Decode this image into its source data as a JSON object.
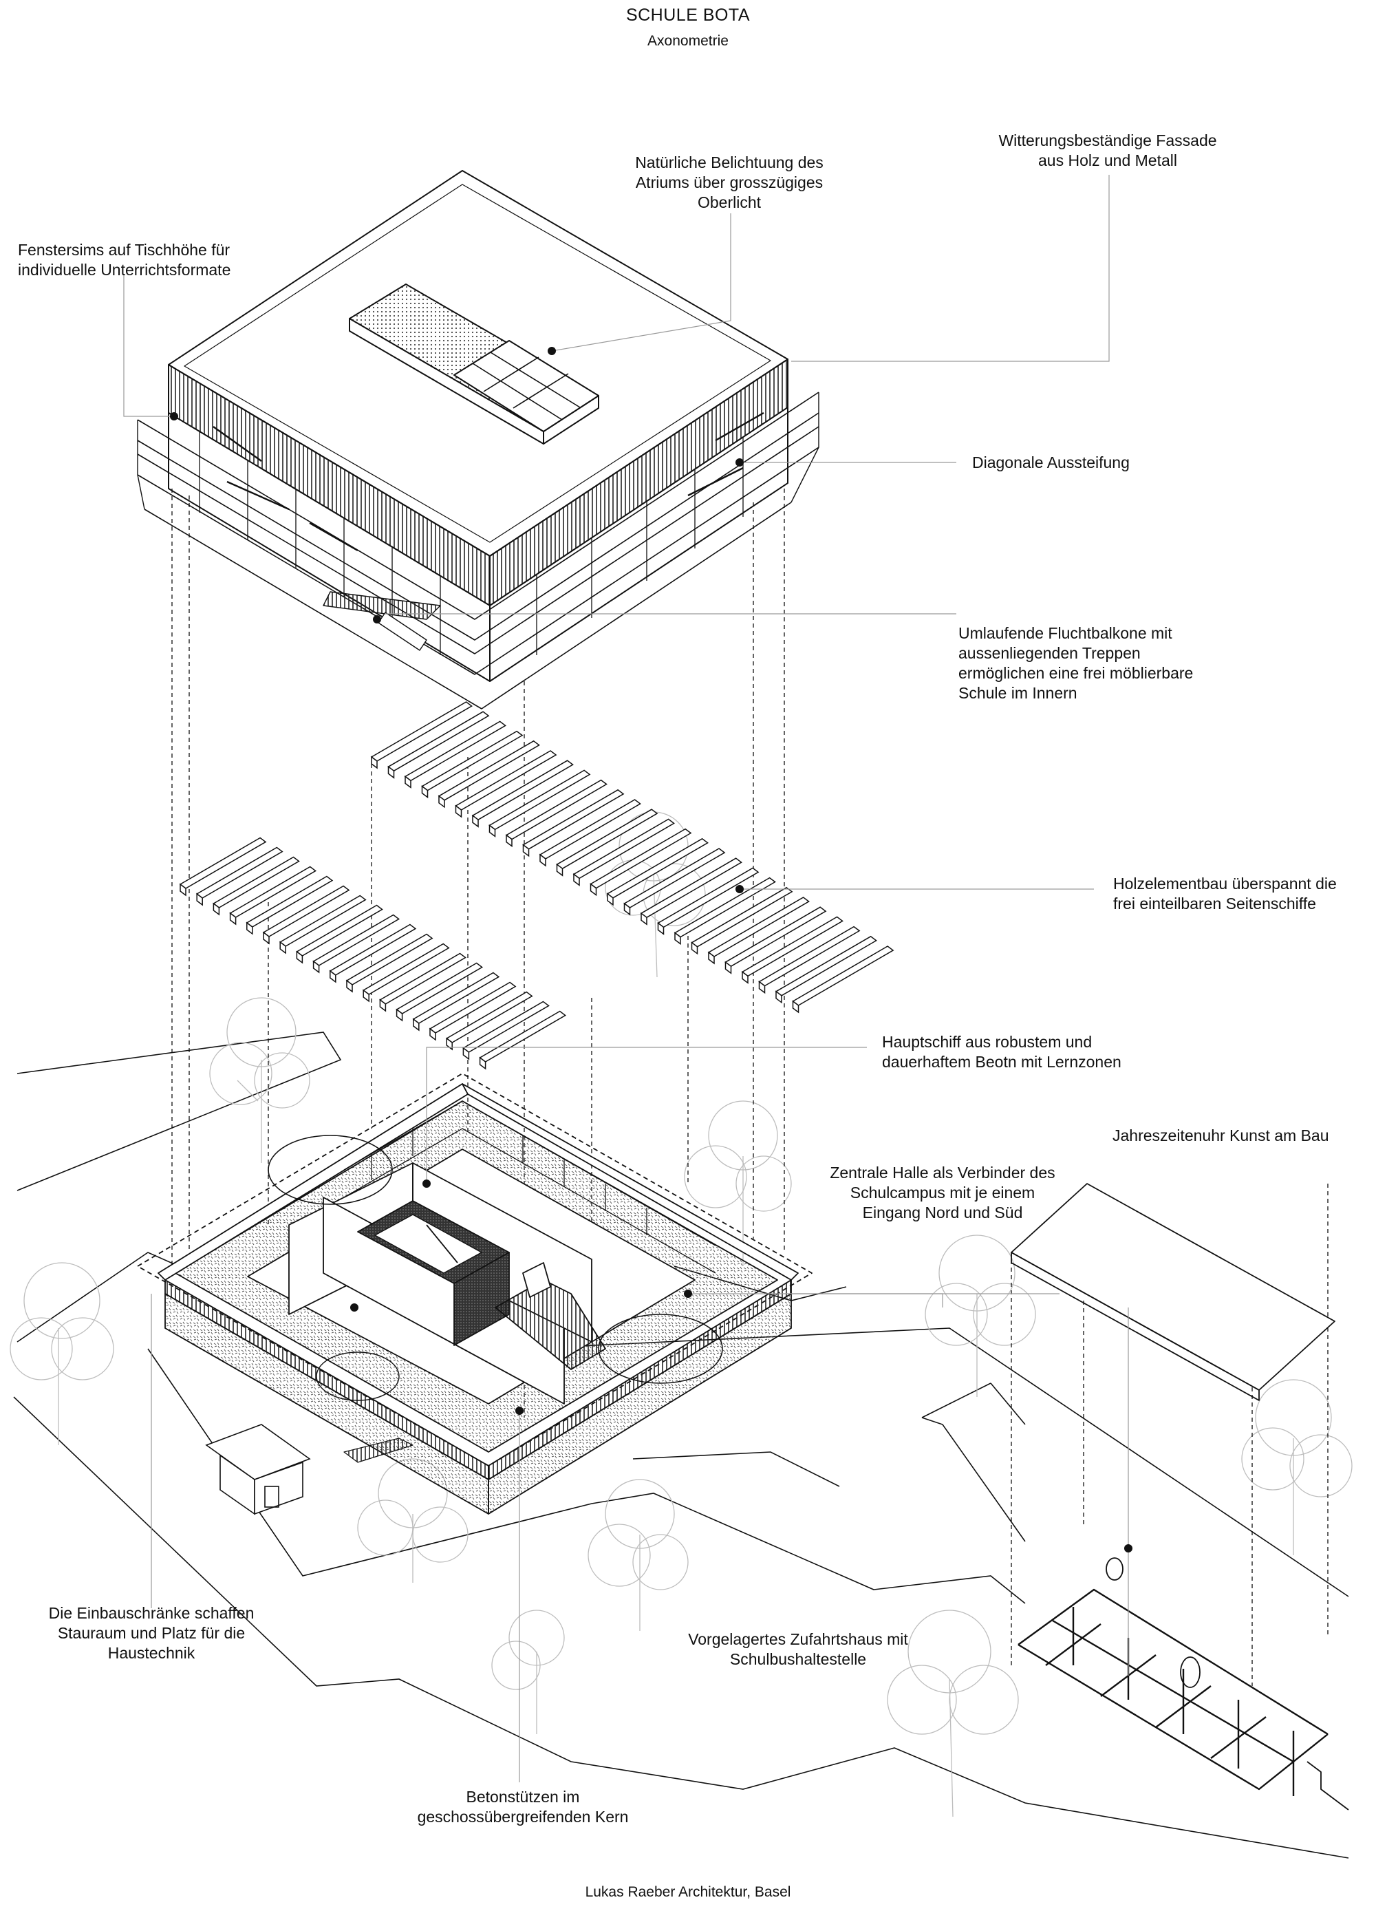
{
  "header": {
    "title": "SCHULE BOTA",
    "subtitle": "Axonometrie"
  },
  "credit": "Lukas Raeber Architektur, Basel",
  "annotations": {
    "oberlicht": [
      "Natürliche Belichtuung des",
      "Atriums über grosszügiges",
      "Oberlicht"
    ],
    "fassade": [
      "Witterungsbeständige Fassade",
      "aus Holz und Metall"
    ],
    "fenstersims": [
      "Fenstersims auf Tischhöhe für",
      "individuelle Unterrichtsformate"
    ],
    "aussteifung": [
      "Diagonale Aussteifung"
    ],
    "balkone": [
      "Umlaufende Fluchtbalkone mit",
      "aussenliegenden Treppen",
      "ermöglichen eine frei möblierbare",
      "Schule im Innern"
    ],
    "holzelement": [
      "Holzelementbau überspannt die",
      "frei einteilbaren Seitenschiffe"
    ],
    "hauptschiff": [
      "Hauptschiff aus robustem und",
      "dauerhaftem Beotn mit Lernzonen"
    ],
    "jahreszeitenuhr": [
      "Jahreszeitenuhr Kunst am Bau"
    ],
    "halle": [
      "Zentrale Halle als Verbinder des",
      "Schulcampus mit je einem",
      "Eingang Nord und Süd"
    ],
    "einbau": [
      "Die Einbauschränke schaffen",
      "Stauraum und Platz für die",
      "Haustechnik"
    ],
    "zufahrt": [
      "Vorgelagertes Zufahrtshaus mit",
      "Schulbushaltestelle"
    ],
    "betonstuetzen": [
      "Betonstützen im",
      "geschossübergreifenden Kern"
    ]
  },
  "colors": {
    "ink": "#111111",
    "leader": "#9a9a9a",
    "tree": "#bdbdbd",
    "hatch": "#555555"
  }
}
